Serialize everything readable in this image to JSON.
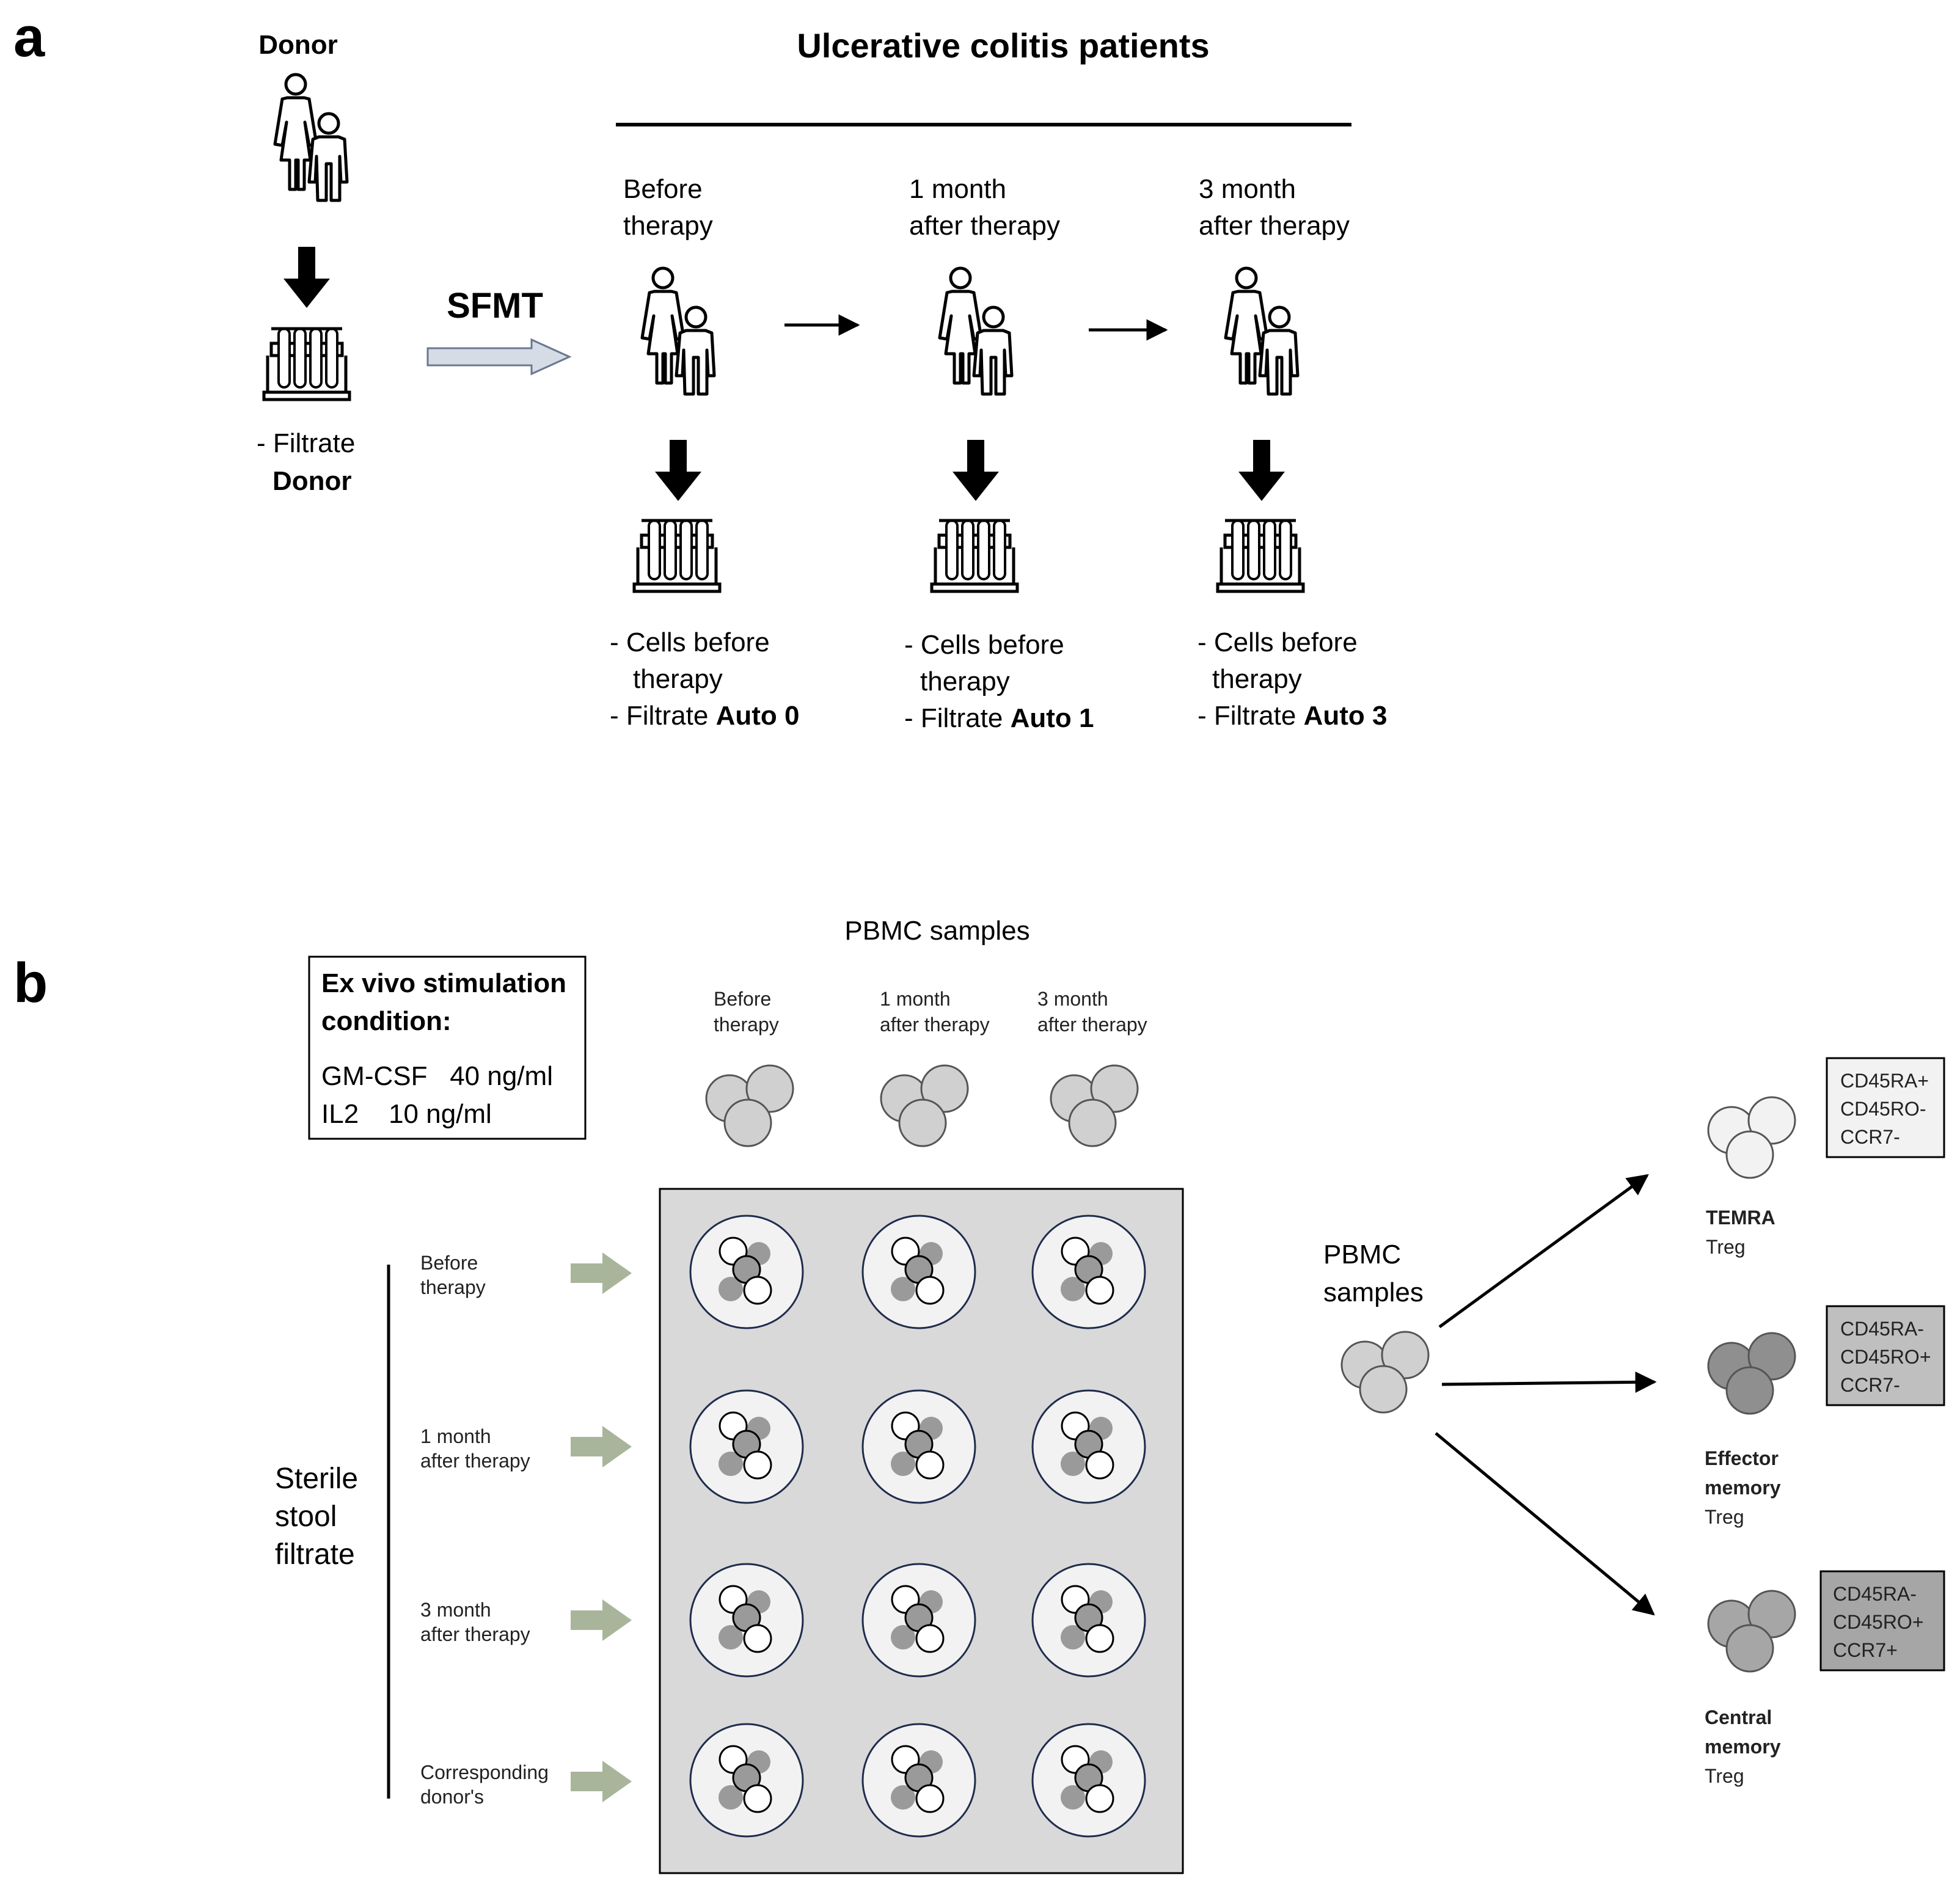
{
  "panel_a": {
    "letter": "a",
    "donor_title": "Donor",
    "patients_title": "Ulcerative colitis patients",
    "sfmt_label": "SFMT",
    "donor_filtrate_line1": "- Filtrate",
    "donor_filtrate_line2": "Donor",
    "timepoints": [
      {
        "title_line1": "Before",
        "title_line2": "therapy",
        "cells_line1": "- Cells before",
        "cells_line2": "therapy",
        "filtrate_prefix": "- Filtrate ",
        "filtrate_bold": "Auto 0"
      },
      {
        "title_line1": "1 month",
        "title_line2": "after therapy",
        "cells_line1": "- Cells before",
        "cells_line2": "therapy",
        "filtrate_prefix": "- Filtrate ",
        "filtrate_bold": "Auto 1"
      },
      {
        "title_line1": "3 month",
        "title_line2": "after therapy",
        "cells_line1": "- Cells before",
        "cells_line2": "therapy",
        "filtrate_prefix": "- Filtrate ",
        "filtrate_bold": "Auto 3"
      }
    ]
  },
  "panel_b": {
    "letter": "b",
    "stim_box": {
      "title_line1": "Ex vivo stimulation",
      "title_line2": "condition:",
      "line1": "GM-CSF   40 ng/ml",
      "line2": "IL2    10 ng/ml"
    },
    "pbmc_title": "PBMC samples",
    "columns": [
      {
        "line1": "Before",
        "line2": "therapy"
      },
      {
        "line1": "1 month",
        "line2": "after therapy"
      },
      {
        "line1": "3 month",
        "line2": "after therapy"
      }
    ],
    "sterile_label": {
      "line1": "Sterile",
      "line2": "stool",
      "line3": "filtrate"
    },
    "rows": [
      {
        "line1": "Before",
        "line2": "therapy"
      },
      {
        "line1": "1 month",
        "line2": "after therapy"
      },
      {
        "line1": "3 month",
        "line2": "after therapy"
      },
      {
        "line1": "Corresponding",
        "line2": "donor's"
      }
    ],
    "pbmc_right": {
      "line1": "PBMC",
      "line2": "samples"
    },
    "subsets": [
      {
        "name_line1": "TEMRA",
        "name_line2": "",
        "name_line3": "Treg",
        "markers": [
          "CD45RA+",
          "CD45RO-",
          "CCR7-"
        ],
        "cell_color": "#f2f2f2",
        "box_color": "#f2f2f2"
      },
      {
        "name_line1": "Effector",
        "name_line2": "memory",
        "name_line3": "Treg",
        "markers": [
          "CD45RA-",
          "CD45RO+",
          "CCR7-"
        ],
        "cell_color": "#8f8f8f",
        "box_color": "#bfbfbf"
      },
      {
        "name_line1": "Central",
        "name_line2": "memory",
        "name_line3": "Treg",
        "markers": [
          "CD45RA-",
          "CD45RO+",
          "CCR7+"
        ],
        "cell_color": "#a6a6a6",
        "box_color": "#a6a6a6"
      }
    ]
  },
  "colors": {
    "plate_fill": "#d9d9d9",
    "well_fill": "#f2f2f2",
    "pbmc_cell": "#d0d0d0",
    "green_arrow": "#a9b59a",
    "sfmt_arrow": "#d6dce5"
  }
}
